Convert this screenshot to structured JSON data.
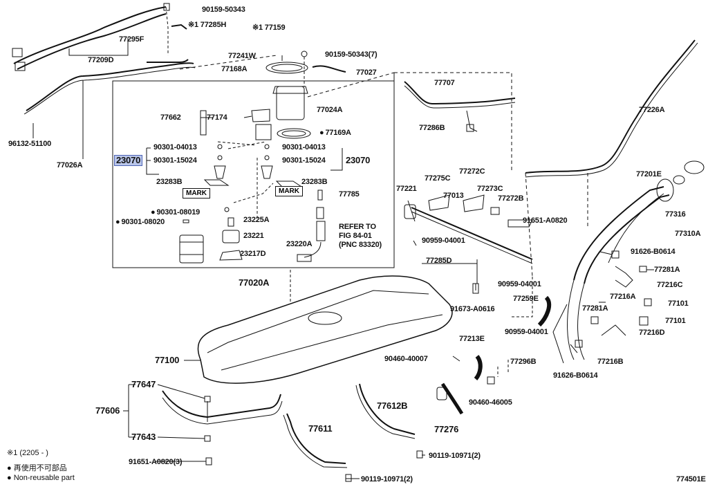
{
  "labels": {
    "l_90159_top": "90159-50343",
    "l_77285H": "※1 77285H",
    "l_77159": "※1 77159",
    "l_77295F": "77295F",
    "l_77209D": "77209D",
    "l_77241W": "77241W",
    "l_90159_7": "90159-50343(7)",
    "l_77168A": "77168A",
    "l_77027": "77027",
    "l_77707": "77707",
    "l_77026A": "77026A",
    "l_96132": "96132-51100",
    "l_77662": "77662",
    "l_77174": "77174",
    "l_77024A": "77024A",
    "l_77226A": "77226A",
    "l_77169A": "77169A",
    "l_77286B": "77286B",
    "l_90301_04013a": "90301-04013",
    "l_90301_04013b": "90301-04013",
    "l_23070a": "23070",
    "l_90301_15024a": "90301-15024",
    "l_90301_15024b": "90301-15024",
    "l_23070b": "23070",
    "l_23283Ba": "23283B",
    "l_23283Bb": "23283B",
    "l_mark_a": "MARK",
    "l_mark_b": "MARK",
    "l_77785": "77785",
    "l_90301_08019": "90301-08019",
    "l_90301_08020": "90301-08020",
    "l_23225A": "23225A",
    "l_23221": "23221",
    "l_23220A": "23220A",
    "l_23217D": "23217D",
    "l_refer1": "REFER TO",
    "l_refer2": "FIG 84-01",
    "l_refer3": "(PNC 83320)",
    "l_77020A": "77020A",
    "l_77221": "77221",
    "l_77275C": "77275C",
    "l_77272C": "77272C",
    "l_77013": "77013",
    "l_77273C": "77273C",
    "l_77272B": "77272B",
    "l_91651_0820": "91651-A0820",
    "l_90959_a": "90959-04001",
    "l_77285D": "77285D",
    "l_77201E": "77201E",
    "l_77316": "77316",
    "l_77310A": "77310A",
    "l_91626_a": "91626-B0614",
    "l_77281A_a": "77281A",
    "l_77216C": "77216C",
    "l_77216A": "77216A",
    "l_77101_a": "77101",
    "l_90959_b": "90959-04001",
    "l_77259E": "77259E",
    "l_77281A_b": "77281A",
    "l_77101_b": "77101",
    "l_91673": "91673-A0616",
    "l_90959_c": "90959-04001",
    "l_77216D": "77216D",
    "l_77213E": "77213E",
    "l_90460_40007": "90460-40007",
    "l_77296B": "77296B",
    "l_77216B": "77216B",
    "l_91626_b": "91626-B0614",
    "l_77100": "77100",
    "l_90460_46005": "90460-46005",
    "l_77647": "77647",
    "l_77612B": "77612B",
    "l_77606": "77606",
    "l_77611": "77611",
    "l_77276": "77276",
    "l_77643": "77643",
    "l_90119_a": "90119-10971(2)",
    "l_91651_3": "91651-A0820(3)",
    "l_90119_b": "90119-10971(2)",
    "l_774501E": "774501E"
  },
  "legend": {
    "note1": "※1 (2205 -      )",
    "nonreuse_jp": "再使用不可部品",
    "nonreuse_en": "Non-reusable part"
  }
}
